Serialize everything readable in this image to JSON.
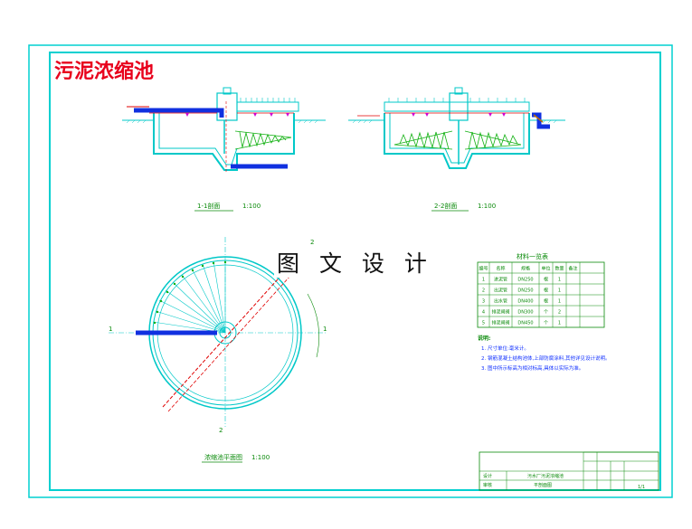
{
  "sheet_title": "污泥浓缩池",
  "watermark": "图 文 设 计",
  "section_1": {
    "label": "1-1剖面",
    "scale": "1:100"
  },
  "section_2": {
    "label": "2-2剖面",
    "scale": "1:100"
  },
  "plan": {
    "label": "浓缩池平面图",
    "scale": "1:100"
  },
  "materials_table": {
    "title": "材料一览表",
    "headers": [
      "编号",
      "名称",
      "规格",
      "单位",
      "数量",
      "备注"
    ],
    "rows": [
      [
        "1",
        "进泥管",
        "DN250",
        "根",
        "1",
        ""
      ],
      [
        "2",
        "出泥管",
        "DN250",
        "根",
        "1",
        ""
      ],
      [
        "3",
        "出水管",
        "DN400",
        "根",
        "1",
        ""
      ],
      [
        "4",
        "排泥闸阀",
        "DN300",
        "个",
        "2",
        ""
      ],
      [
        "5",
        "排泥闸阀",
        "DN450",
        "个",
        "1",
        ""
      ]
    ]
  },
  "notes": {
    "heading": "说明:",
    "items": [
      "1. 尺寸单位:毫米计。",
      "2. 钢筋混凝土结构池体,上部防腐涂料,其他详见设计说明。",
      "3. 图中所示标高为相对标高,具体以实际为准。"
    ]
  },
  "title_block": {
    "project": "污水厂污泥浓缩池",
    "drawing": "平剖面图",
    "role_1": "设计",
    "role_2": "审核",
    "sheet_no": "1/1"
  },
  "colors": {
    "frame": "#00d0d0",
    "structure": "#00c8c8",
    "pipe": "#1030e0",
    "truss": "#10b010",
    "hatch": "#d000d0",
    "accent_red": "#e00000",
    "brown": "#c07000"
  }
}
